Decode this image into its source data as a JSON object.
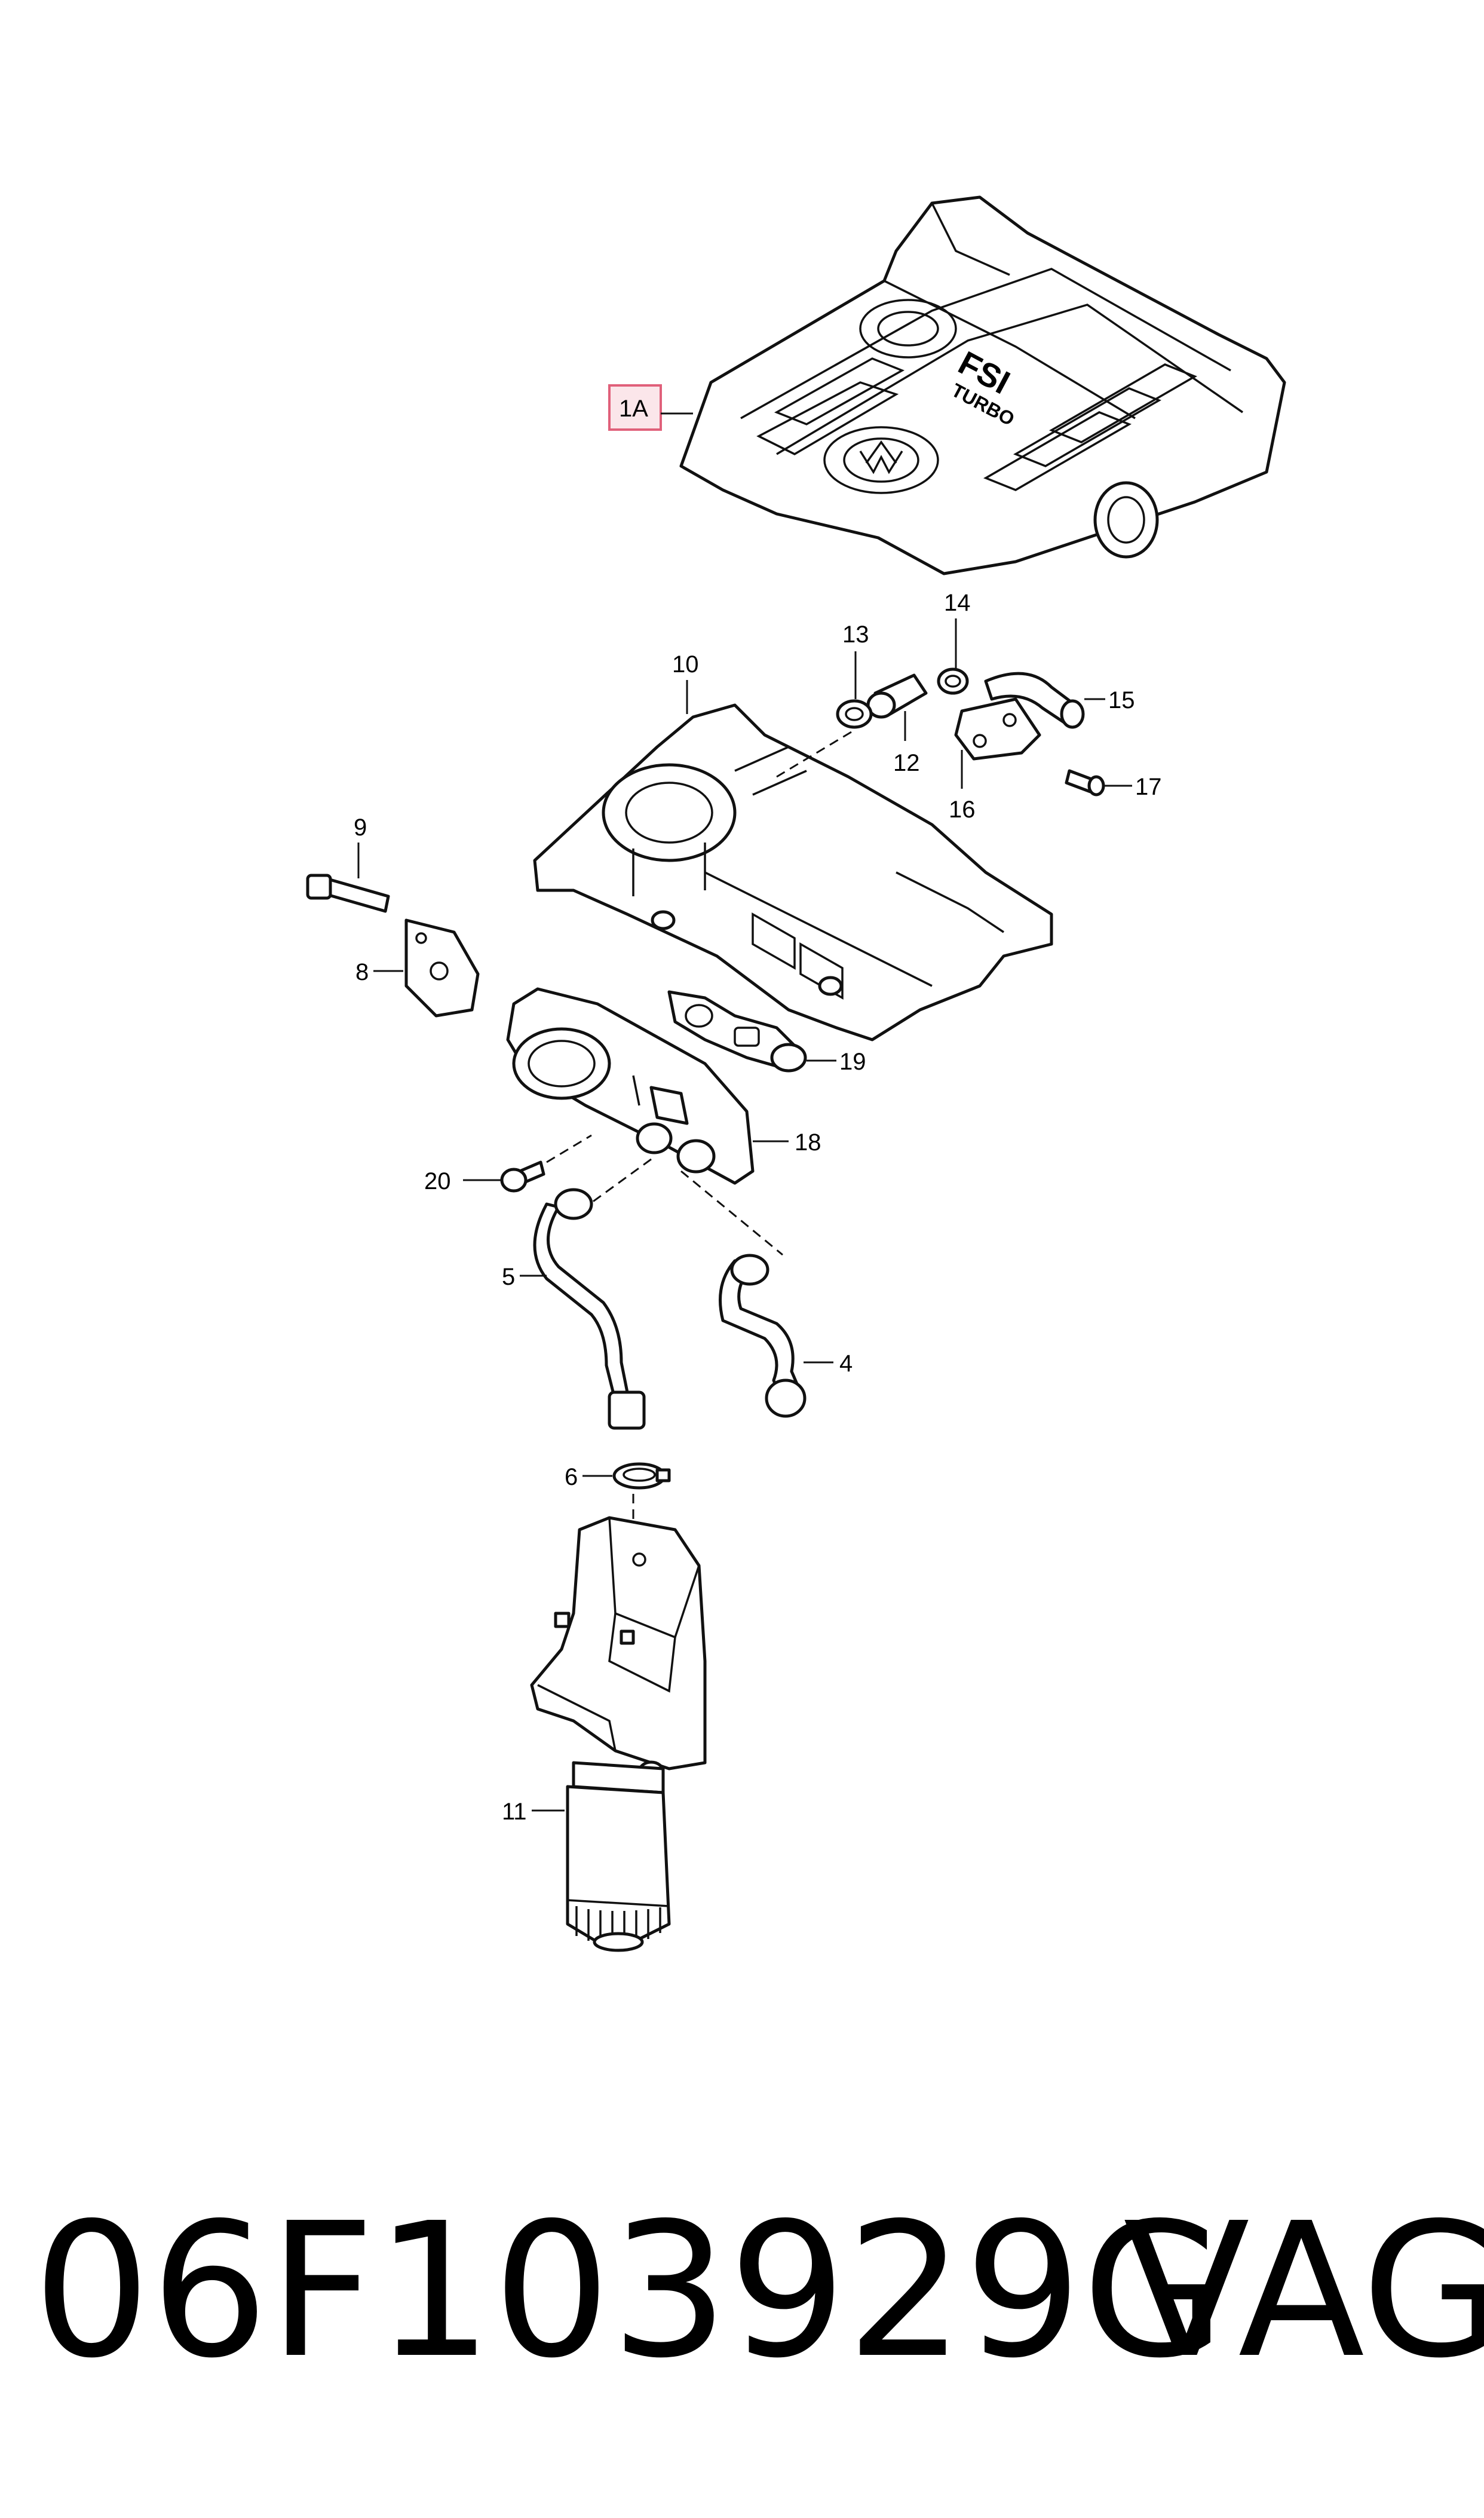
{
  "labels": {
    "l1A": "1A",
    "l4": "4",
    "l5": "5",
    "l6": "6",
    "l8": "8",
    "l9": "9",
    "l10": "10",
    "l11": "11",
    "l12": "12",
    "l13": "13",
    "l14": "14",
    "l15": "15",
    "l16": "16",
    "l17": "17",
    "l18": "18",
    "l19": "19",
    "l20": "20"
  },
  "cover_text": {
    "line1": "FSI",
    "line2": "TURBO"
  },
  "highlight_color": "#e0607a",
  "footer": {
    "part_number": "06F103929G",
    "brand": "VAG"
  }
}
